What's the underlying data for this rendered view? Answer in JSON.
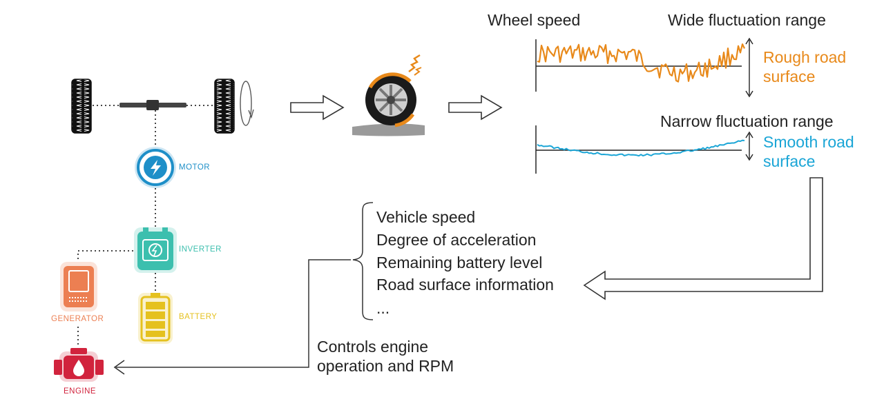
{
  "components": {
    "motor": "MOTOR",
    "inverter": "INVERTER",
    "generator": "GENERATOR",
    "battery": "BATTERY",
    "engine": "ENGINE"
  },
  "chart": {
    "title": "Wheel speed",
    "rough": {
      "range_label": "Wide fluctuation range",
      "label_line1": "Rough road",
      "label_line2": "surface"
    },
    "smooth": {
      "range_label": "Narrow fluctuation range",
      "label_line1": "Smooth road",
      "label_line2": "surface"
    }
  },
  "inputs": [
    "Vehicle speed",
    "Degree of acceleration",
    "Remaining battery level",
    "Road surface information",
    "..."
  ],
  "control": {
    "line1": "Controls engine",
    "line2": "operation and RPM"
  },
  "colors": {
    "motor": "#1e8fc8",
    "inverter": "#3cbfae",
    "generator": "#ec7f52",
    "battery": "#e5c11e",
    "engine": "#d1233d",
    "rough_signal": "#e8891a",
    "smooth_signal": "#1aa5d6"
  }
}
